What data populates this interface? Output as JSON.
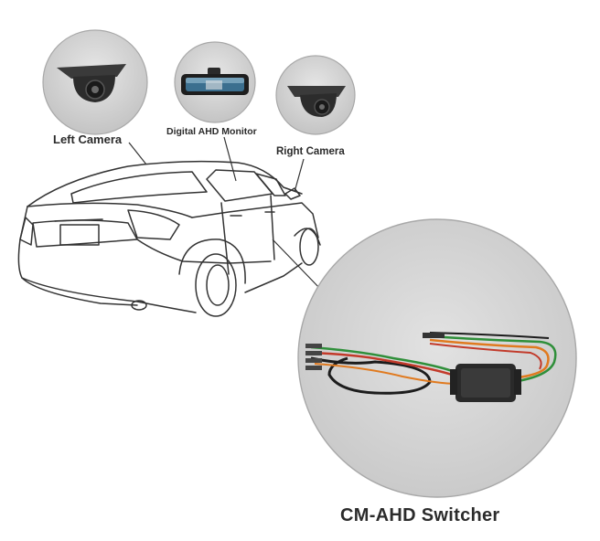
{
  "labels": {
    "left_camera": "Left Camera",
    "monitor": "Digital AHD Monitor",
    "right_camera": "Right Camera",
    "switcher": "CM-AHD Switcher"
  },
  "colors": {
    "circle_fill": "#d6d6d6",
    "circle_edge": "#a8a8a8",
    "car_line": "#333333",
    "label": "#2b2b2b",
    "device_body": "#2a2a2a",
    "wire_green": "#2f8f3a",
    "wire_red": "#c23a2a",
    "wire_orange": "#e07a1f",
    "wire_black": "#1c1c1c"
  }
}
